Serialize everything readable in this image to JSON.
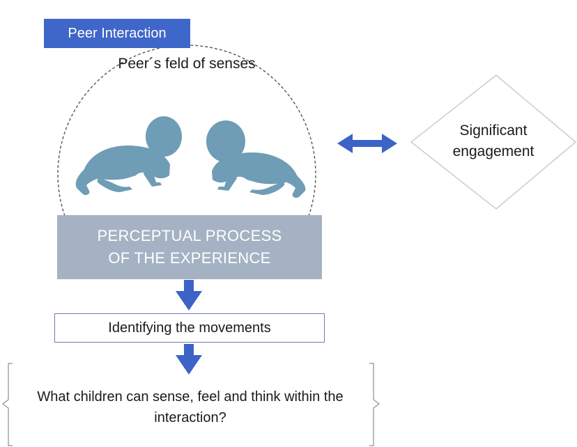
{
  "peer_interaction_tag": "Peer Interaction",
  "peer_field_label": "Peer´s feld of senses",
  "perceptual_process": "PERCEPTUAL PROCESS OF THE EXPERIENCE",
  "identifying_movements": "Identifying the movements",
  "question": "What children can sense, feel and think within the interaction?",
  "significant_engagement": "Significant engagement",
  "colors": {
    "tag_fill": "#3f66c9",
    "arrow_blue": "#3c63c6",
    "perceptual_fill": "#a4b2c4",
    "baby_fill": "#6e9db5"
  }
}
